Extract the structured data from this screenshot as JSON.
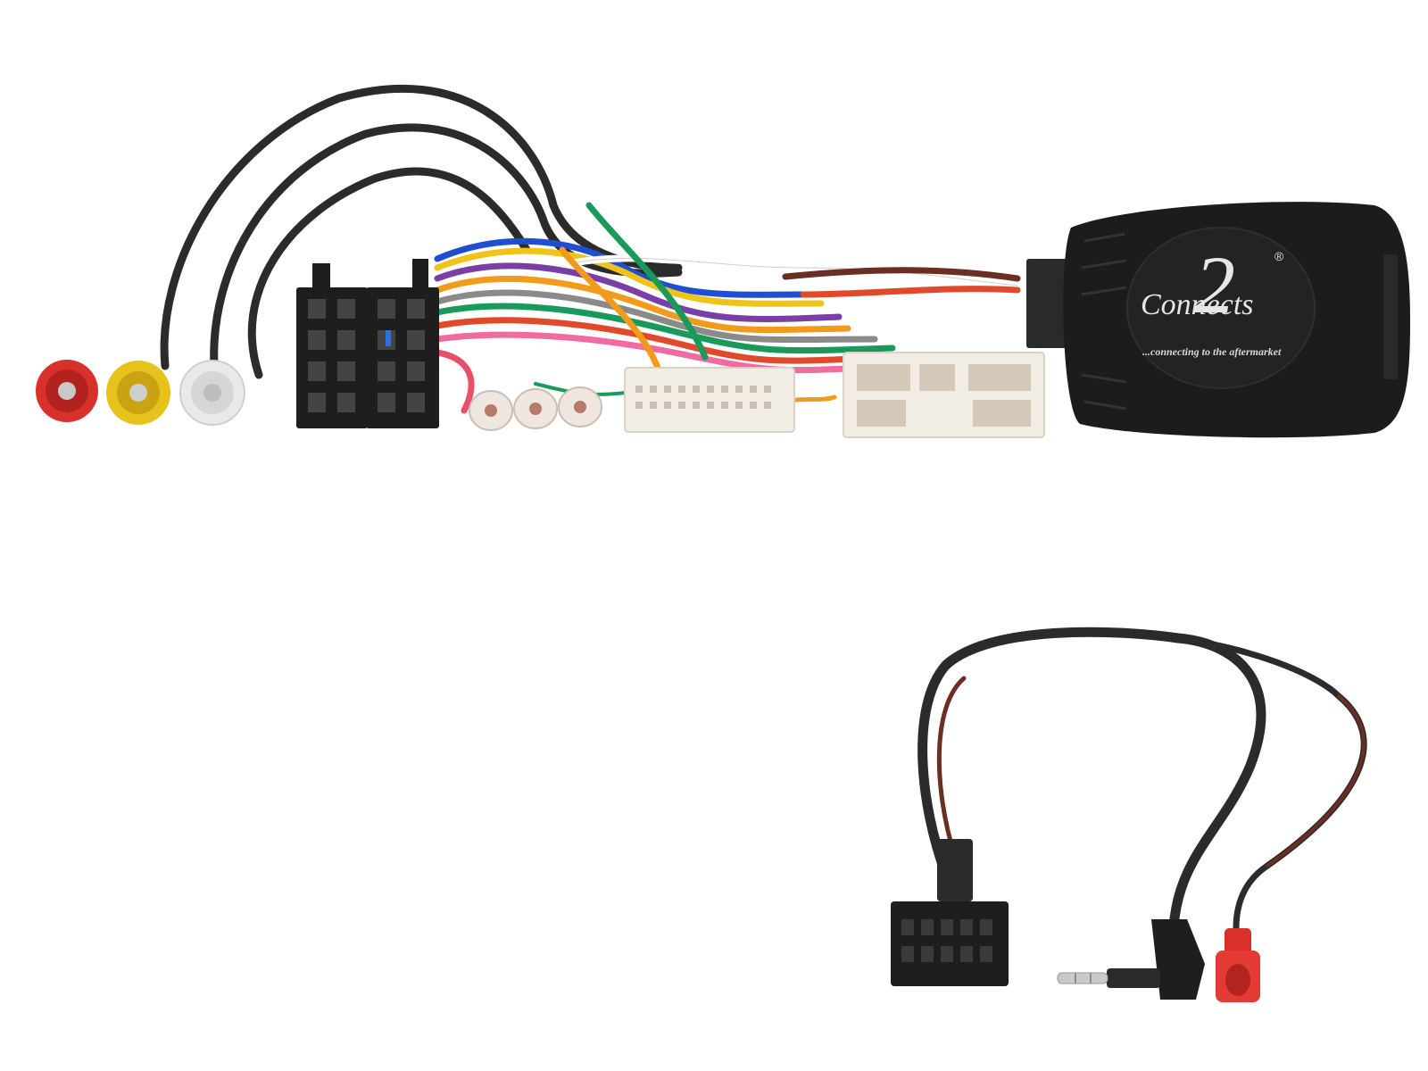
{
  "product": {
    "logo_text": "Connects",
    "logo_numeral": "2",
    "registered_mark": "®",
    "tagline": "...connecting to the aftermarket"
  },
  "colors": {
    "background": "#ffffff",
    "cable_black": "#2b2b2b",
    "module_body": "#1c1c1c",
    "connector_black": "#1e1e1e",
    "connector_white": "#f1ece4",
    "rca_red": "#d8302b",
    "rca_yellow": "#e8c21c",
    "rca_white": "#e9e9e9",
    "wire_brown": "#6a2e22"
  },
  "wire_colors": [
    "#1f4fd0",
    "#f0c31a",
    "#7a3fa6",
    "#f29a1c",
    "#e8506a",
    "#ffffff",
    "#1a9a5a",
    "#e04a2a",
    "#f06ca0",
    "#8a8a8a"
  ]
}
